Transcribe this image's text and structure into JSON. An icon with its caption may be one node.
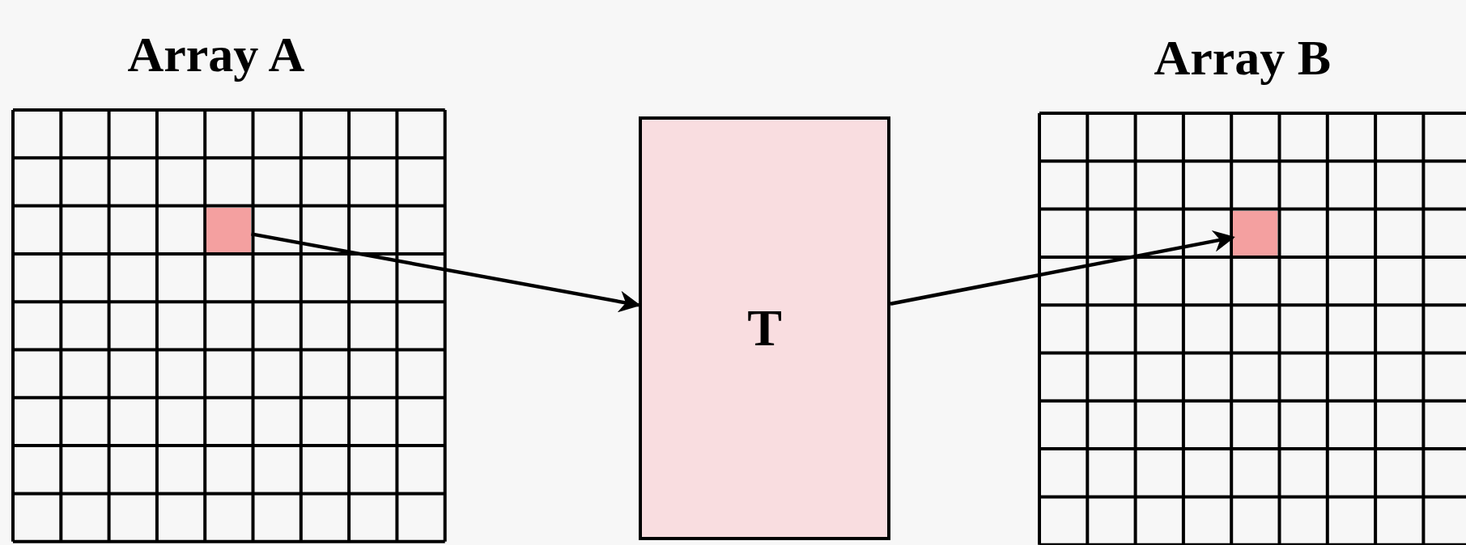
{
  "diagram": {
    "nodes": [
      {
        "text": [
          "Array A"
        ]
      },
      {
        "text": [],
        "shape": "box",
        "in": 0
      },
      {
        "text": [
          "T"
        ]
      },
      {
        "text": [
          "Array B"
        ]
      },
      {
        "text": [],
        "shape": "box",
        "in": 3
      }
    ],
    "edges": [
      {
        "from": 1,
        "to": 2,
        "arrow": "to"
      },
      {
        "from": 2,
        "to": 4,
        "arrow": "to"
      }
    ]
  }
}
